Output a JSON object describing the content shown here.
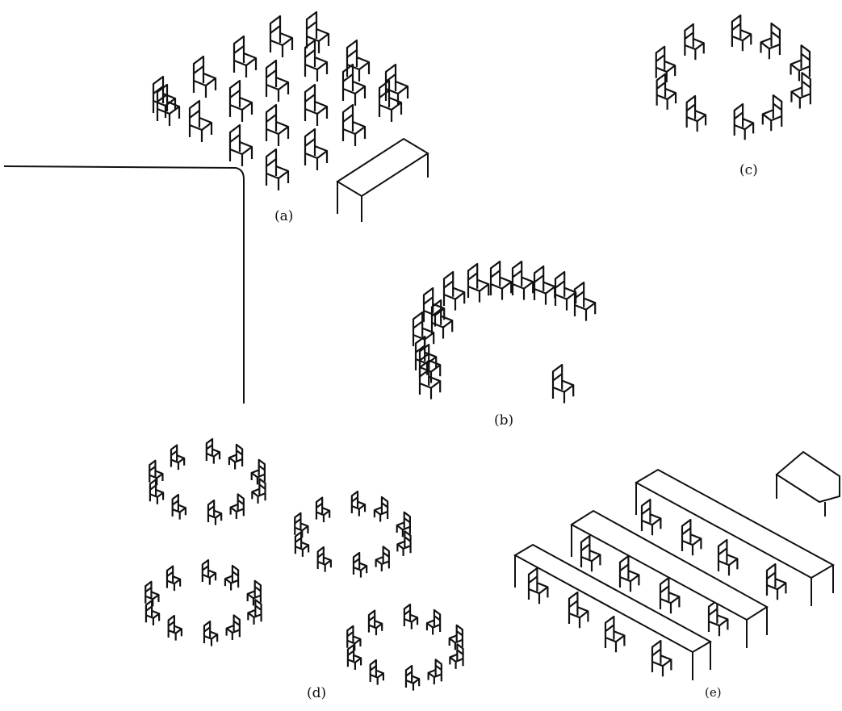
{
  "captions": {
    "a": "(a)",
    "b": "(b)",
    "c": "(c)",
    "d": "(d)",
    "e": "(e)"
  },
  "colors": {
    "ink": "#111111",
    "background": "#ffffff"
  },
  "layouts": [
    {
      "id": "a",
      "arrangement": "rows-of-chairs-facing-table",
      "chairs": 20,
      "tables": 1
    },
    {
      "id": "b",
      "arrangement": "horseshoe-with-single-chair",
      "chairs": 13
    },
    {
      "id": "c",
      "arrangement": "circle",
      "chairs": 10
    },
    {
      "id": "d",
      "arrangement": "four-circles",
      "chairs": 40
    },
    {
      "id": "e",
      "arrangement": "tables-in-rows",
      "tables": 4,
      "chairs": 12
    }
  ]
}
